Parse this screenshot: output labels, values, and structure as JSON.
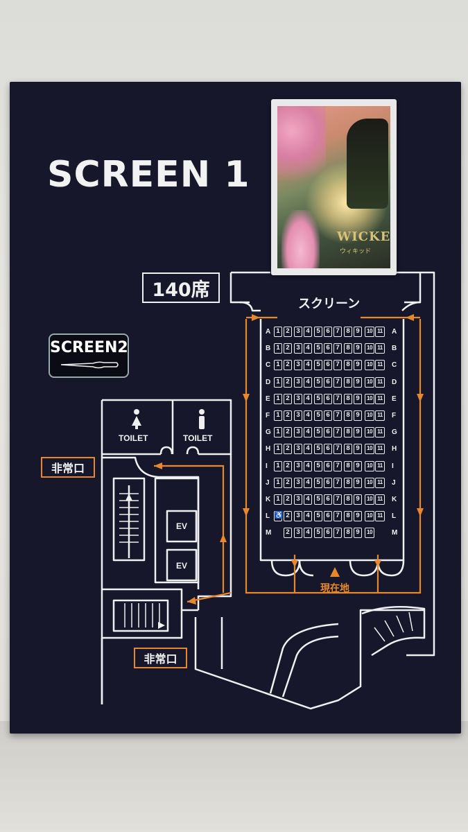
{
  "sign": {
    "title": "SCREEN 1",
    "seat_count": "140席",
    "screen_label": "スクリーン",
    "other_screen": "SCREEN2",
    "toilet_left": "TOILET",
    "toilet_right": "TOILET",
    "exit_upper": "非常口",
    "exit_lower": "非常口",
    "elevator_1": "EV",
    "elevator_2": "EV",
    "current_location": "現在地"
  },
  "poster": {
    "logo": "WICKED",
    "sub": "ウィキッド"
  },
  "seating": {
    "rows": [
      {
        "label": "A",
        "seats": [
          "1",
          "2",
          "3",
          "4",
          "5",
          "6",
          "7",
          "8",
          "9",
          "10",
          "11"
        ]
      },
      {
        "label": "B",
        "seats": [
          "1",
          "2",
          "3",
          "4",
          "5",
          "6",
          "7",
          "8",
          "9",
          "10",
          "11"
        ]
      },
      {
        "label": "C",
        "seats": [
          "1",
          "2",
          "3",
          "4",
          "5",
          "6",
          "7",
          "8",
          "9",
          "10",
          "11"
        ]
      },
      {
        "label": "D",
        "seats": [
          "1",
          "2",
          "3",
          "4",
          "5",
          "6",
          "7",
          "8",
          "9",
          "10",
          "11"
        ]
      },
      {
        "label": "E",
        "seats": [
          "1",
          "2",
          "3",
          "4",
          "5",
          "6",
          "7",
          "8",
          "9",
          "10",
          "11"
        ]
      },
      {
        "label": "F",
        "seats": [
          "1",
          "2",
          "3",
          "4",
          "5",
          "6",
          "7",
          "8",
          "9",
          "10",
          "11"
        ]
      },
      {
        "label": "G",
        "seats": [
          "1",
          "2",
          "3",
          "4",
          "5",
          "6",
          "7",
          "8",
          "9",
          "10",
          "11"
        ]
      },
      {
        "label": "H",
        "seats": [
          "1",
          "2",
          "3",
          "4",
          "5",
          "6",
          "7",
          "8",
          "9",
          "10",
          "11"
        ]
      },
      {
        "label": "I",
        "seats": [
          "1",
          "2",
          "3",
          "4",
          "5",
          "6",
          "7",
          "8",
          "9",
          "10",
          "11"
        ]
      },
      {
        "label": "J",
        "seats": [
          "1",
          "2",
          "3",
          "4",
          "5",
          "6",
          "7",
          "8",
          "9",
          "10",
          "11"
        ]
      },
      {
        "label": "K",
        "seats": [
          "1",
          "2",
          "3",
          "4",
          "5",
          "6",
          "7",
          "8",
          "9",
          "10",
          "11"
        ]
      },
      {
        "label": "L",
        "seats": [
          "♿",
          "2",
          "3",
          "4",
          "5",
          "6",
          "7",
          "8",
          "9",
          "10",
          "11"
        ]
      },
      {
        "label": "M",
        "seats": [
          "",
          "2",
          "3",
          "4",
          "5",
          "6",
          "7",
          "8",
          "9",
          "10",
          ""
        ]
      }
    ]
  },
  "colors": {
    "board": "#16172a",
    "line": "#f0f0f0",
    "route": "#e8872c"
  }
}
